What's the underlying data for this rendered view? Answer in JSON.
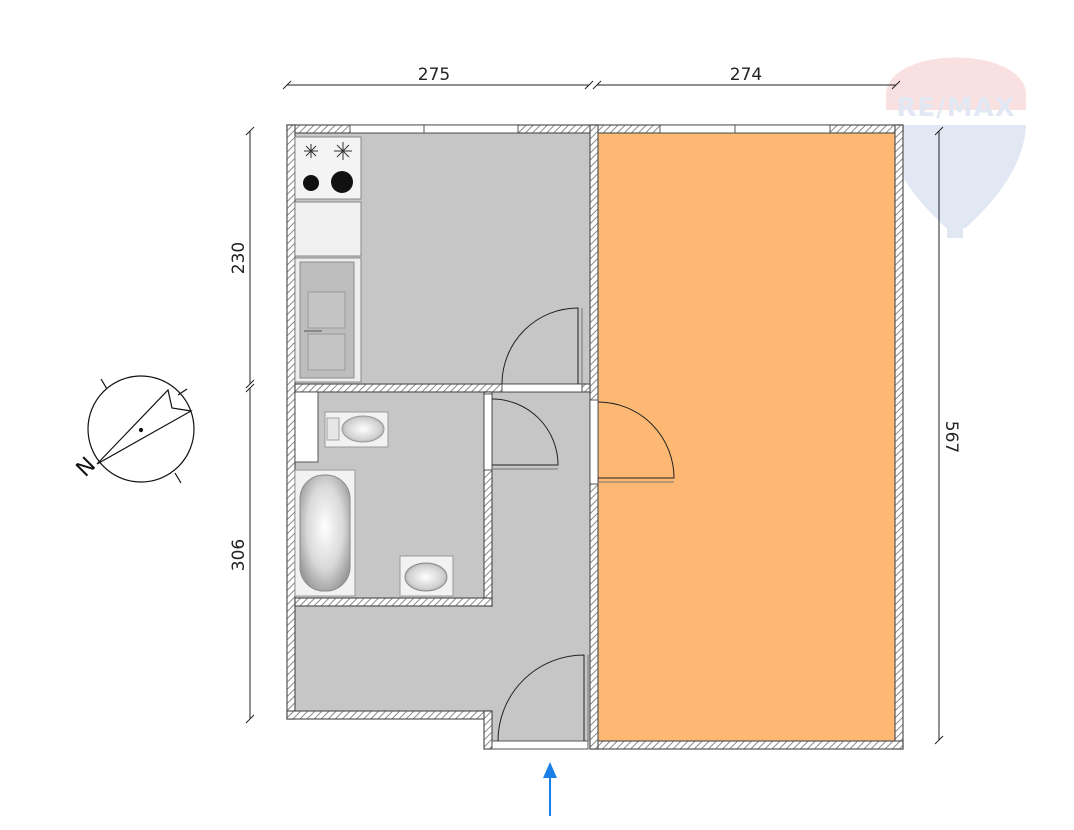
{
  "dimensions": {
    "top_left": "275",
    "top_right": "274",
    "left_upper": "230",
    "left_lower": "306",
    "right": "567"
  },
  "logo": {
    "text": "RE/MAX"
  },
  "compass": {
    "label": "N"
  },
  "colors": {
    "room_gray": "#c6c6c6",
    "room_orange": "#fdb974",
    "wall": "#555555",
    "arrow": "#1a7fe6",
    "logo_red": "#f7c9c9",
    "logo_blue": "#c9d5ea"
  },
  "icons": {
    "entrance": "entrance-arrow-icon",
    "north": "compass-north-icon"
  }
}
